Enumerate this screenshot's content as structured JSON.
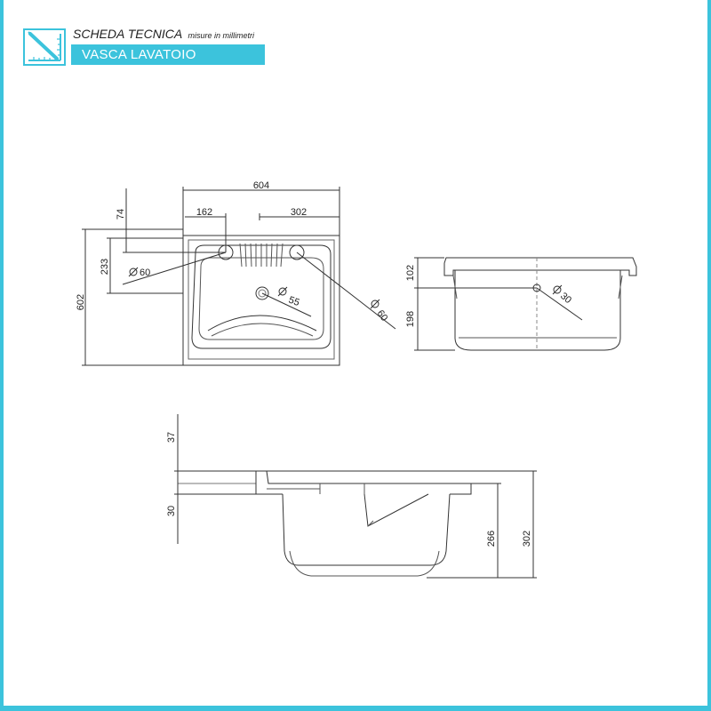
{
  "header": {
    "title": "SCHEDA TECNICA",
    "subtitle": "misure in millimetri",
    "banner": "VASCA LAVATOIO",
    "icon": "ruler-pencil-icon",
    "accent_color": "#3cc3dc"
  },
  "top_view": {
    "width": "604",
    "offset_left": "162",
    "offset_right": "302",
    "depth": "602",
    "inner_depth": "233",
    "top_offset": "74",
    "hole_left": "60",
    "hole_center": "55",
    "hole_right": "60"
  },
  "side_view": {
    "rim_height": "102",
    "basin_height": "198",
    "drain": "30"
  },
  "section_view": {
    "top": "37",
    "rim": "30",
    "basin_depth": "266",
    "total_height": "302"
  }
}
